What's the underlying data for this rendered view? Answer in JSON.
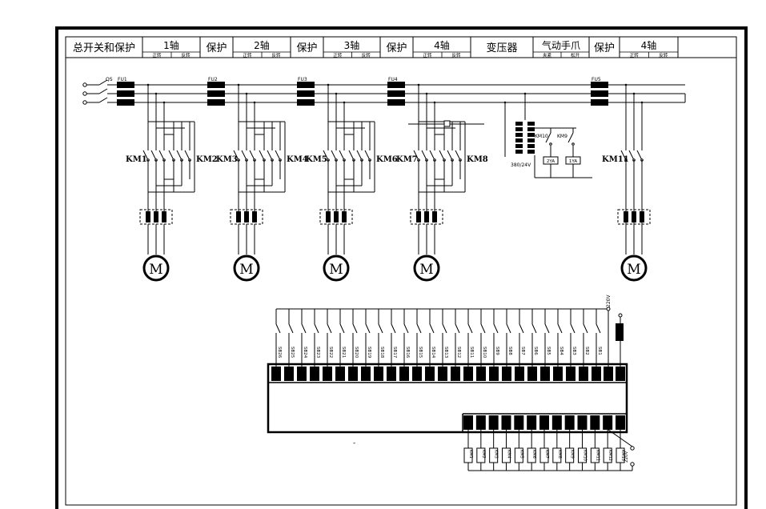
{
  "title_block": {
    "cells": [
      {
        "main": "总开关和保护",
        "sub1": "",
        "sub2": ""
      },
      {
        "main": "1轴",
        "sub1": "正转",
        "sub2": "反转"
      },
      {
        "main": "保护",
        "sub1": "",
        "sub2": ""
      },
      {
        "main": "2轴",
        "sub1": "正转",
        "sub2": "反转"
      },
      {
        "main": "保护",
        "sub1": "",
        "sub2": ""
      },
      {
        "main": "3轴",
        "sub1": "正转",
        "sub2": "反转"
      },
      {
        "main": "保护",
        "sub1": "",
        "sub2": ""
      },
      {
        "main": "4轴",
        "sub1": "正转",
        "sub2": "反转"
      },
      {
        "main": "变压器",
        "sub1": "",
        "sub2": ""
      },
      {
        "main": "气动手爪",
        "sub1": "夹紧",
        "sub2": "松开"
      },
      {
        "main": "保护",
        "sub1": "",
        "sub2": ""
      },
      {
        "main": "4轴",
        "sub1": "正转",
        "sub2": "反转"
      }
    ]
  },
  "power": {
    "main_switch": "QS",
    "fuses": [
      "FU1",
      "FU2",
      "FU3",
      "FU4",
      "FU5"
    ],
    "contactors": [
      "KM1",
      "KM2",
      "KM3",
      "KM4",
      "KM5",
      "KM6",
      "KM7",
      "KM8",
      "KM11"
    ],
    "motor_symbol": "M",
    "transformer_label": "380/24V",
    "relay_coils": [
      "KM10",
      "KM9"
    ],
    "valves": [
      "2YA",
      "1YA"
    ]
  },
  "plc": {
    "inputs": [
      "SB1",
      "SB2",
      "SB3",
      "SB4",
      "SB5",
      "SB6",
      "SB7",
      "SB8",
      "SB9",
      "SB10",
      "SB11",
      "SB12",
      "SB13",
      "SB14",
      "SB15",
      "SB16",
      "SB17",
      "SB18",
      "SB19",
      "SB20",
      "SB21",
      "SB22",
      "SB23",
      "SB24",
      "SB25",
      "SB26"
    ],
    "outputs": [
      "KM1",
      "KM2",
      "KM3",
      "KM4",
      "KM5",
      "KM6",
      "KM7",
      "KM8",
      "KM9",
      "KM10",
      "KM11",
      "KM12",
      "KM13"
    ],
    "supply_label": "220V",
    "dash_label": "-"
  },
  "colors": {
    "line": "#000000",
    "background": "#ffffff"
  }
}
